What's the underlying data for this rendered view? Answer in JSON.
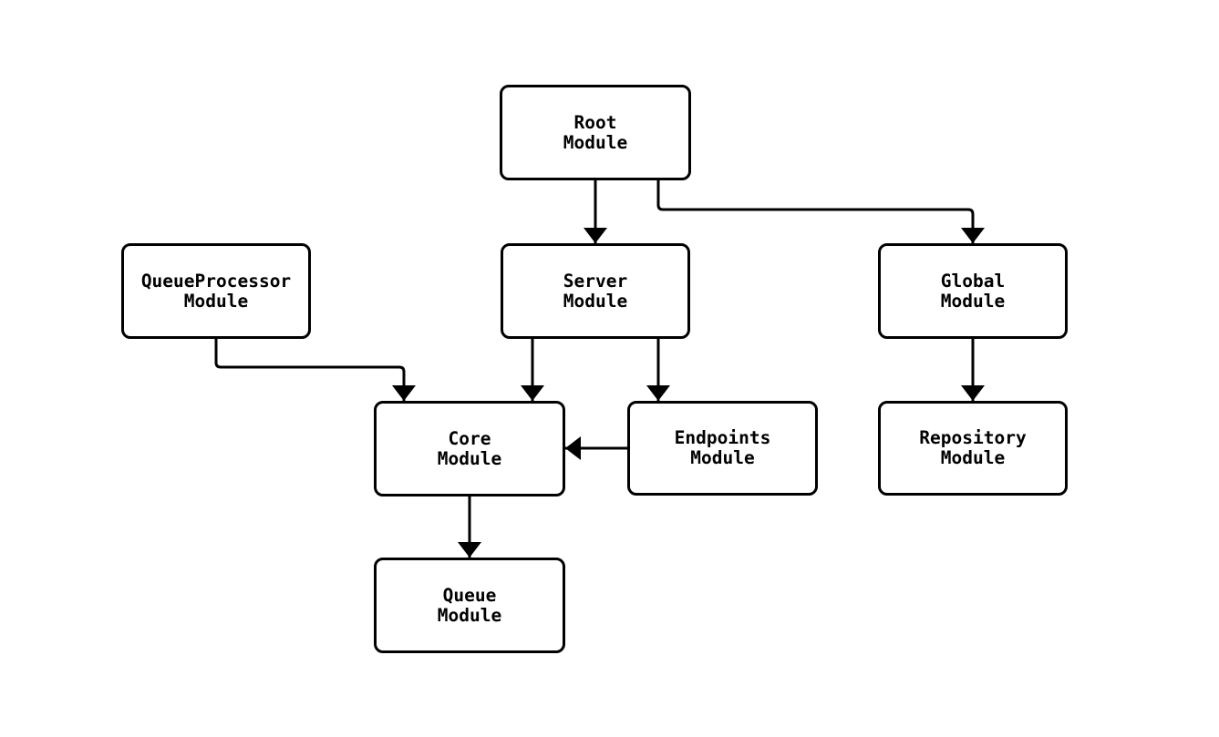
{
  "diagram": {
    "title": "module dependency flowchart",
    "background_color": "#ffffff",
    "node_fill_color": "#ffffff",
    "node_border_color": "#000000",
    "edge_color": "#000000",
    "text_color": "#000000",
    "nodes": [
      {
        "id": "root",
        "label": "Root\nModule"
      },
      {
        "id": "queueprocessor",
        "label": "QueueProcessor\nModule"
      },
      {
        "id": "server",
        "label": "Server\nModule"
      },
      {
        "id": "global",
        "label": "Global\nModule"
      },
      {
        "id": "core",
        "label": "Core\nModule"
      },
      {
        "id": "endpoints",
        "label": "Endpoints\nModule"
      },
      {
        "id": "repository",
        "label": "Repository\nModule"
      },
      {
        "id": "queue",
        "label": "Queue\nModule"
      }
    ],
    "edges": [
      {
        "from": "root",
        "to": "server"
      },
      {
        "from": "root",
        "to": "global"
      },
      {
        "from": "queueprocessor",
        "to": "core"
      },
      {
        "from": "server",
        "to": "core"
      },
      {
        "from": "server",
        "to": "endpoints"
      },
      {
        "from": "endpoints",
        "to": "core"
      },
      {
        "from": "global",
        "to": "repository"
      },
      {
        "from": "core",
        "to": "queue"
      }
    ]
  }
}
